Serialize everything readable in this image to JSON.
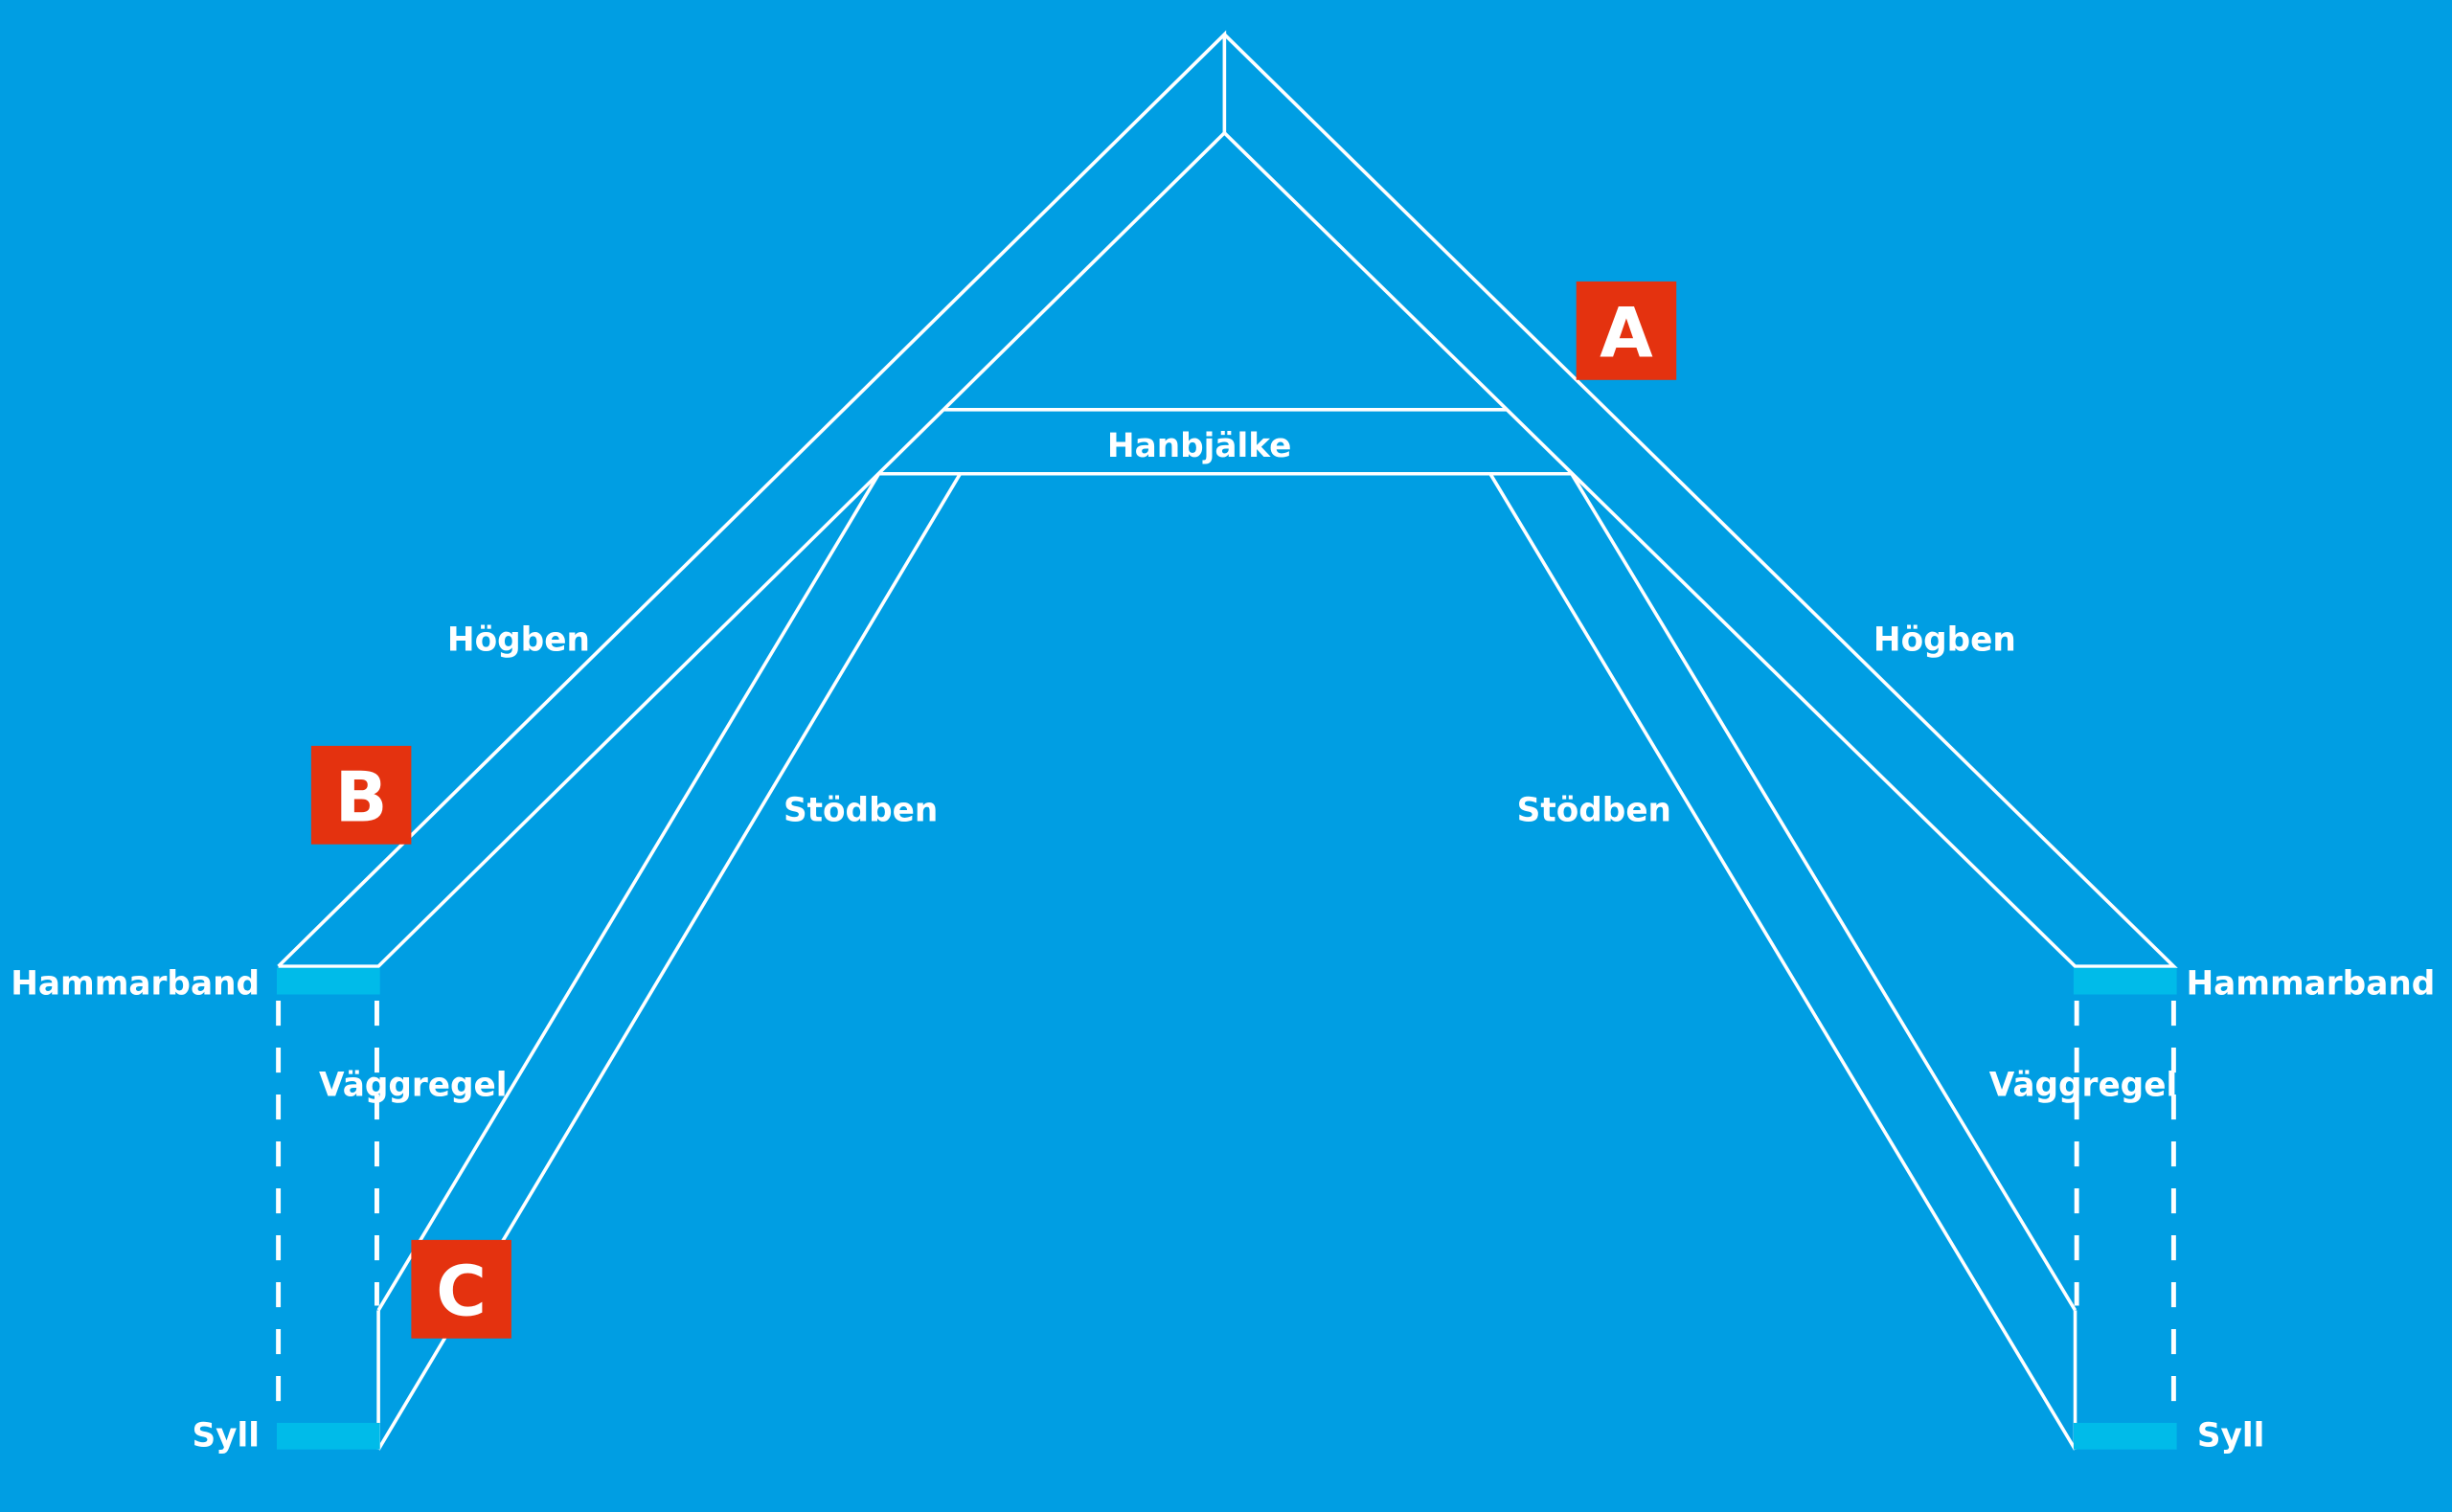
{
  "colors": {
    "background": "#009ee3",
    "plate": "#00bbe9",
    "badge": "#e4320f",
    "line": "#ffffff"
  },
  "labels": {
    "collar_beam": "Hanbjälke",
    "rafter_left": "Högben",
    "rafter_right": "Högben",
    "strut_left": "Stödben",
    "strut_right": "Stödben",
    "top_plate_left": "Hammarband",
    "top_plate_right": "Hammarband",
    "stud_left": "Väggregel",
    "stud_right": "Väggregel",
    "sill_left": "Syll",
    "sill_right": "Syll"
  },
  "badges": {
    "a": "A",
    "b": "B",
    "c": "C"
  }
}
